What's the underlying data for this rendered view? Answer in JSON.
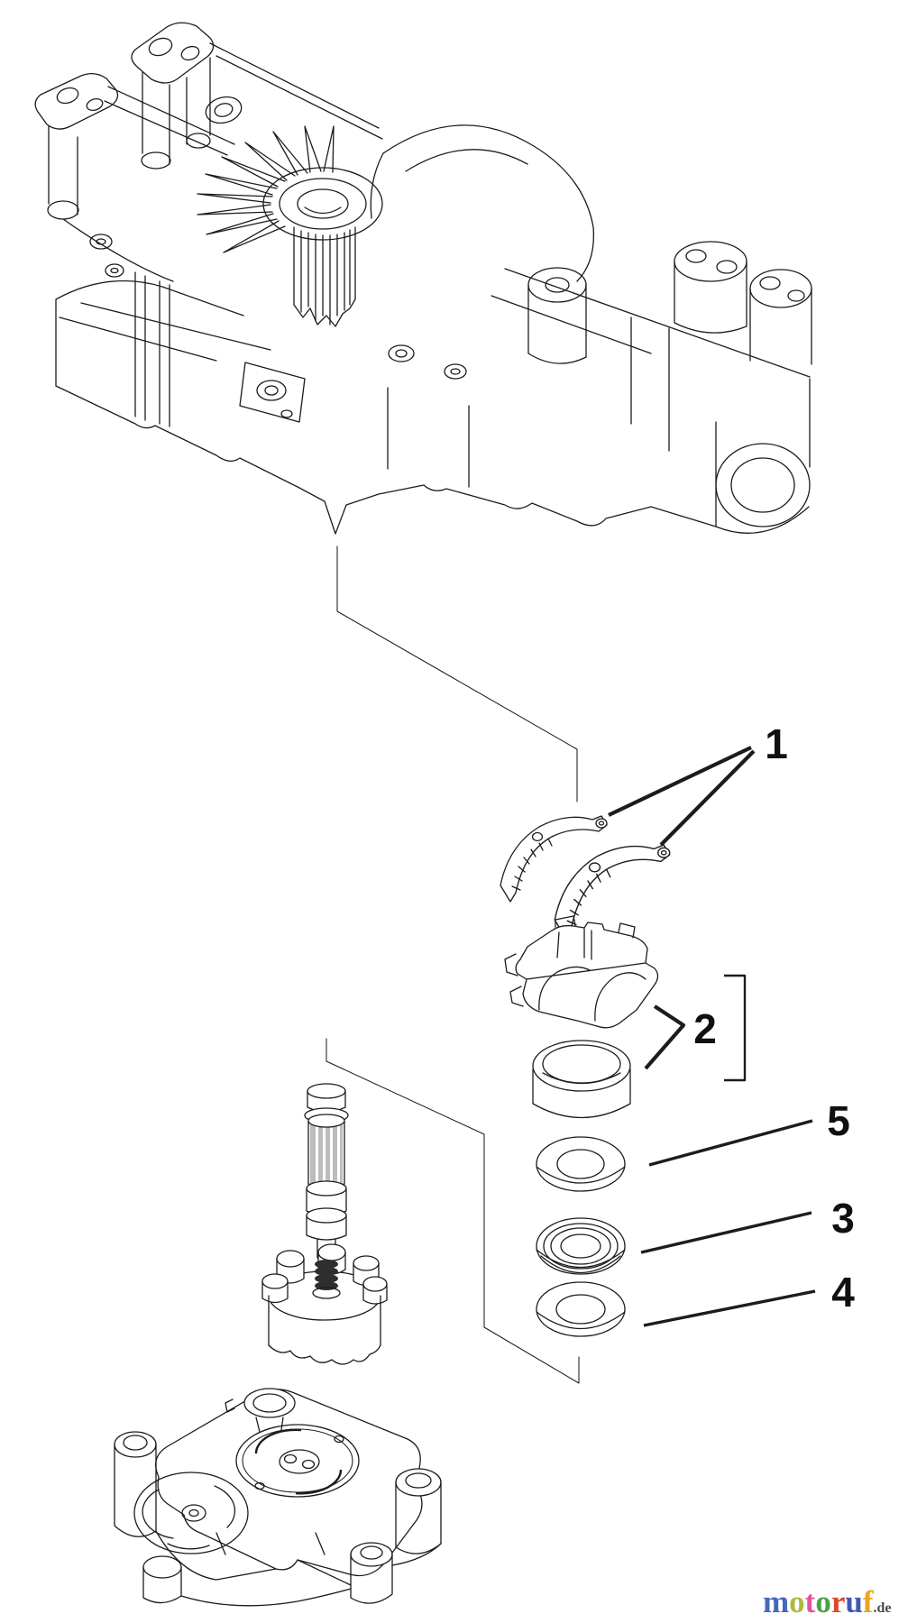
{
  "figure": {
    "kind": "exploded-parts-diagram",
    "background": "#ffffff",
    "line_color": "#1c1c1c"
  },
  "callouts": {
    "c1": "1",
    "c2": "2",
    "c3": "3",
    "c4": "4",
    "c5": "5"
  },
  "watermark": {
    "suffix": ".de",
    "suffix_color": "#4a4a4a",
    "letters": [
      {
        "ch": "m",
        "style": "color:#4668b8"
      },
      {
        "ch": "o",
        "style": "color:#a9bc3e"
      },
      {
        "ch": "t",
        "style": "color:#e0559e"
      },
      {
        "ch": "o",
        "style": "color:#47a347"
      },
      {
        "ch": "r",
        "style": "color:#dd4a26"
      },
      {
        "ch": "u",
        "style": "color:#4159b4"
      },
      {
        "ch": "f",
        "style": "color:#eda224"
      }
    ]
  }
}
